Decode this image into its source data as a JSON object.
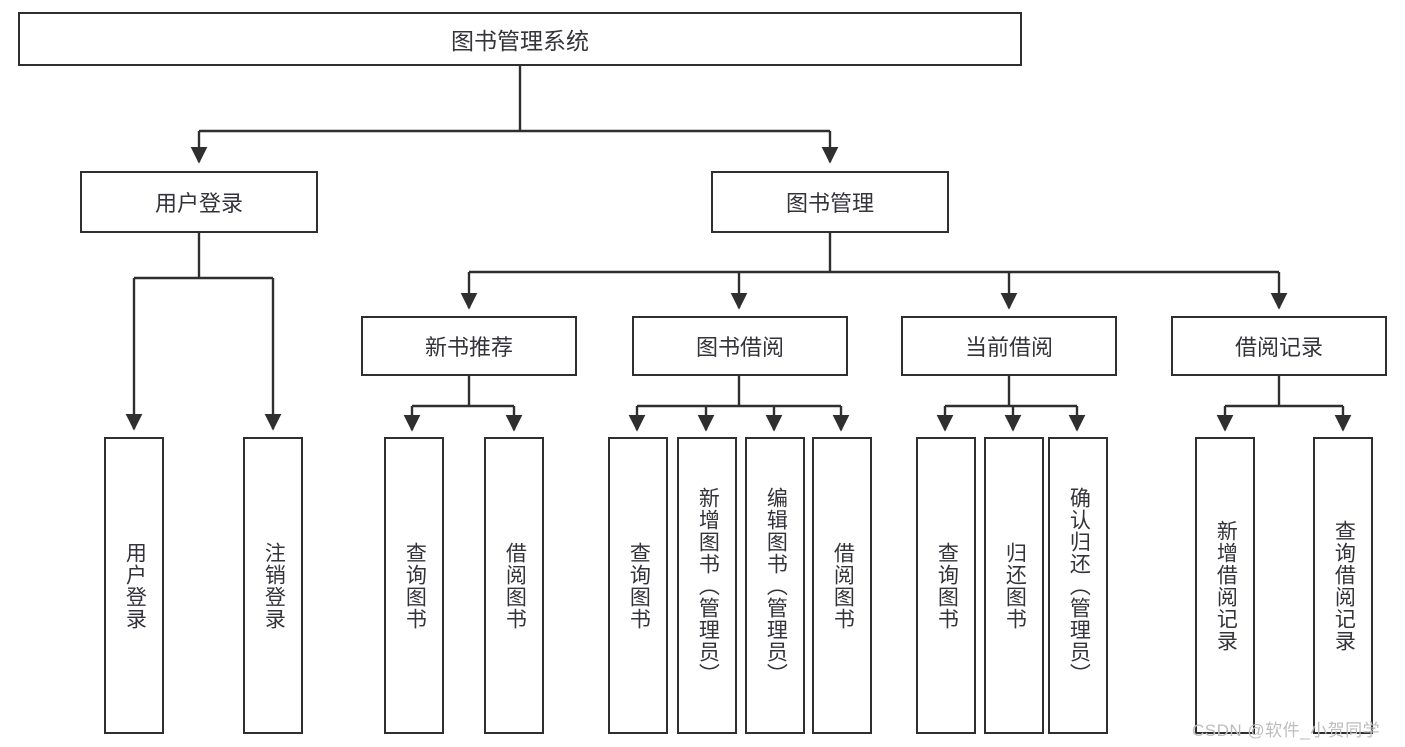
{
  "diagram": {
    "title": "图书管理系统",
    "type": "tree-hierarchy-diagram",
    "root": {
      "label": "图书管理系统"
    },
    "level2": [
      {
        "label": "用户登录"
      },
      {
        "label": "图书管理"
      }
    ],
    "level3": [
      {
        "label": "新书推荐"
      },
      {
        "label": "图书借阅"
      },
      {
        "label": "当前借阅"
      },
      {
        "label": "借阅记录"
      }
    ],
    "leaves": {
      "user_login": [
        {
          "label": "用户登录"
        },
        {
          "label": "注销登录"
        }
      ],
      "new_book_recommend": [
        {
          "label": "查询图书"
        },
        {
          "label": "借阅图书"
        }
      ],
      "book_borrow": [
        {
          "label": "查询图书"
        },
        {
          "label": "新增图书（管理员）"
        },
        {
          "label": "编辑图书（管理员）"
        },
        {
          "label": "借阅图书"
        }
      ],
      "current_borrow": [
        {
          "label": "查询图书"
        },
        {
          "label": "归还图书"
        },
        {
          "label": "确认归还（管理员）"
        }
      ],
      "borrow_record": [
        {
          "label": "新增借阅记录"
        },
        {
          "label": "查询借阅记录"
        }
      ]
    }
  },
  "watermark": {
    "text": "CSDN @软件_小贺同学"
  },
  "colors": {
    "stroke": "#2f2f2f",
    "text": "#33333a",
    "background": "#ffffff",
    "watermark": "#bdbdbd"
  }
}
